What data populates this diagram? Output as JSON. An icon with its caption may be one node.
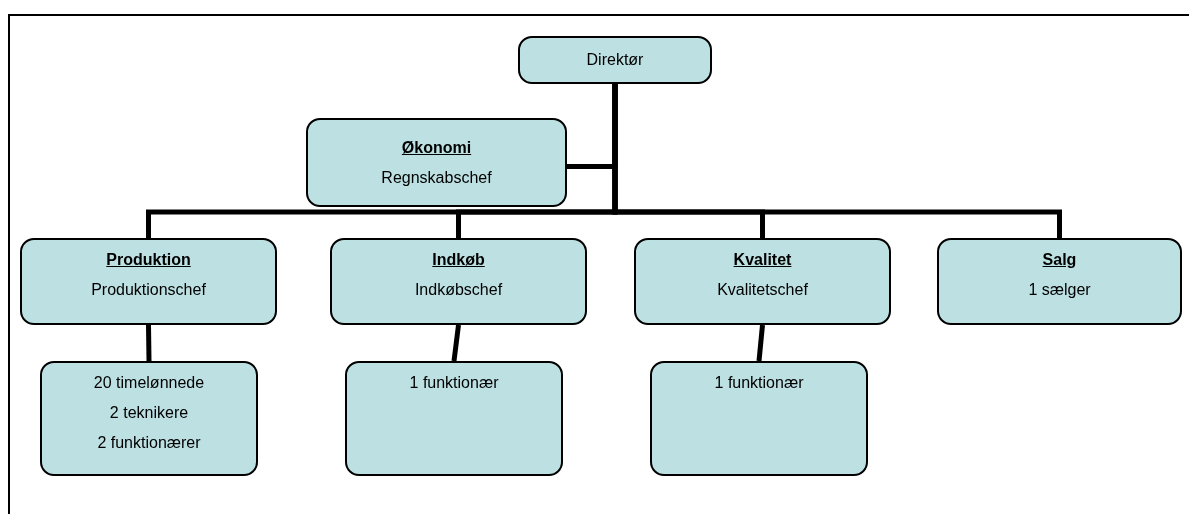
{
  "diagram": {
    "nodes": [
      {
        "text": [
          "Direktør"
        ]
      },
      {
        "text": [
          "Økonomi",
          "Regnskabschef"
        ]
      },
      {
        "text": [
          "Produktion",
          "Produktionschef"
        ]
      },
      {
        "text": [
          "Indkøb",
          "Indkøbschef"
        ]
      },
      {
        "text": [
          "Kvalitet",
          "Kvalitetschef"
        ]
      },
      {
        "text": [
          "Salg",
          "1 sælger"
        ]
      },
      {
        "text": [
          "20 timelønnede",
          "2 teknikere",
          "2 funktionærer"
        ]
      },
      {
        "text": [
          "1 funktionær"
        ]
      },
      {
        "text": [
          "1 funktionær"
        ]
      }
    ],
    "edges": [
      {
        "from": 0,
        "to": 1,
        "arrow": "none"
      },
      {
        "from": 0,
        "to": 2,
        "arrow": "none"
      },
      {
        "from": 0,
        "to": 3,
        "arrow": "none"
      },
      {
        "from": 0,
        "to": 4,
        "arrow": "none"
      },
      {
        "from": 0,
        "to": 5,
        "arrow": "none"
      },
      {
        "from": 2,
        "to": 6,
        "arrow": "none"
      },
      {
        "from": 3,
        "to": 7,
        "arrow": "none"
      },
      {
        "from": 4,
        "to": 8,
        "arrow": "none"
      }
    ]
  }
}
